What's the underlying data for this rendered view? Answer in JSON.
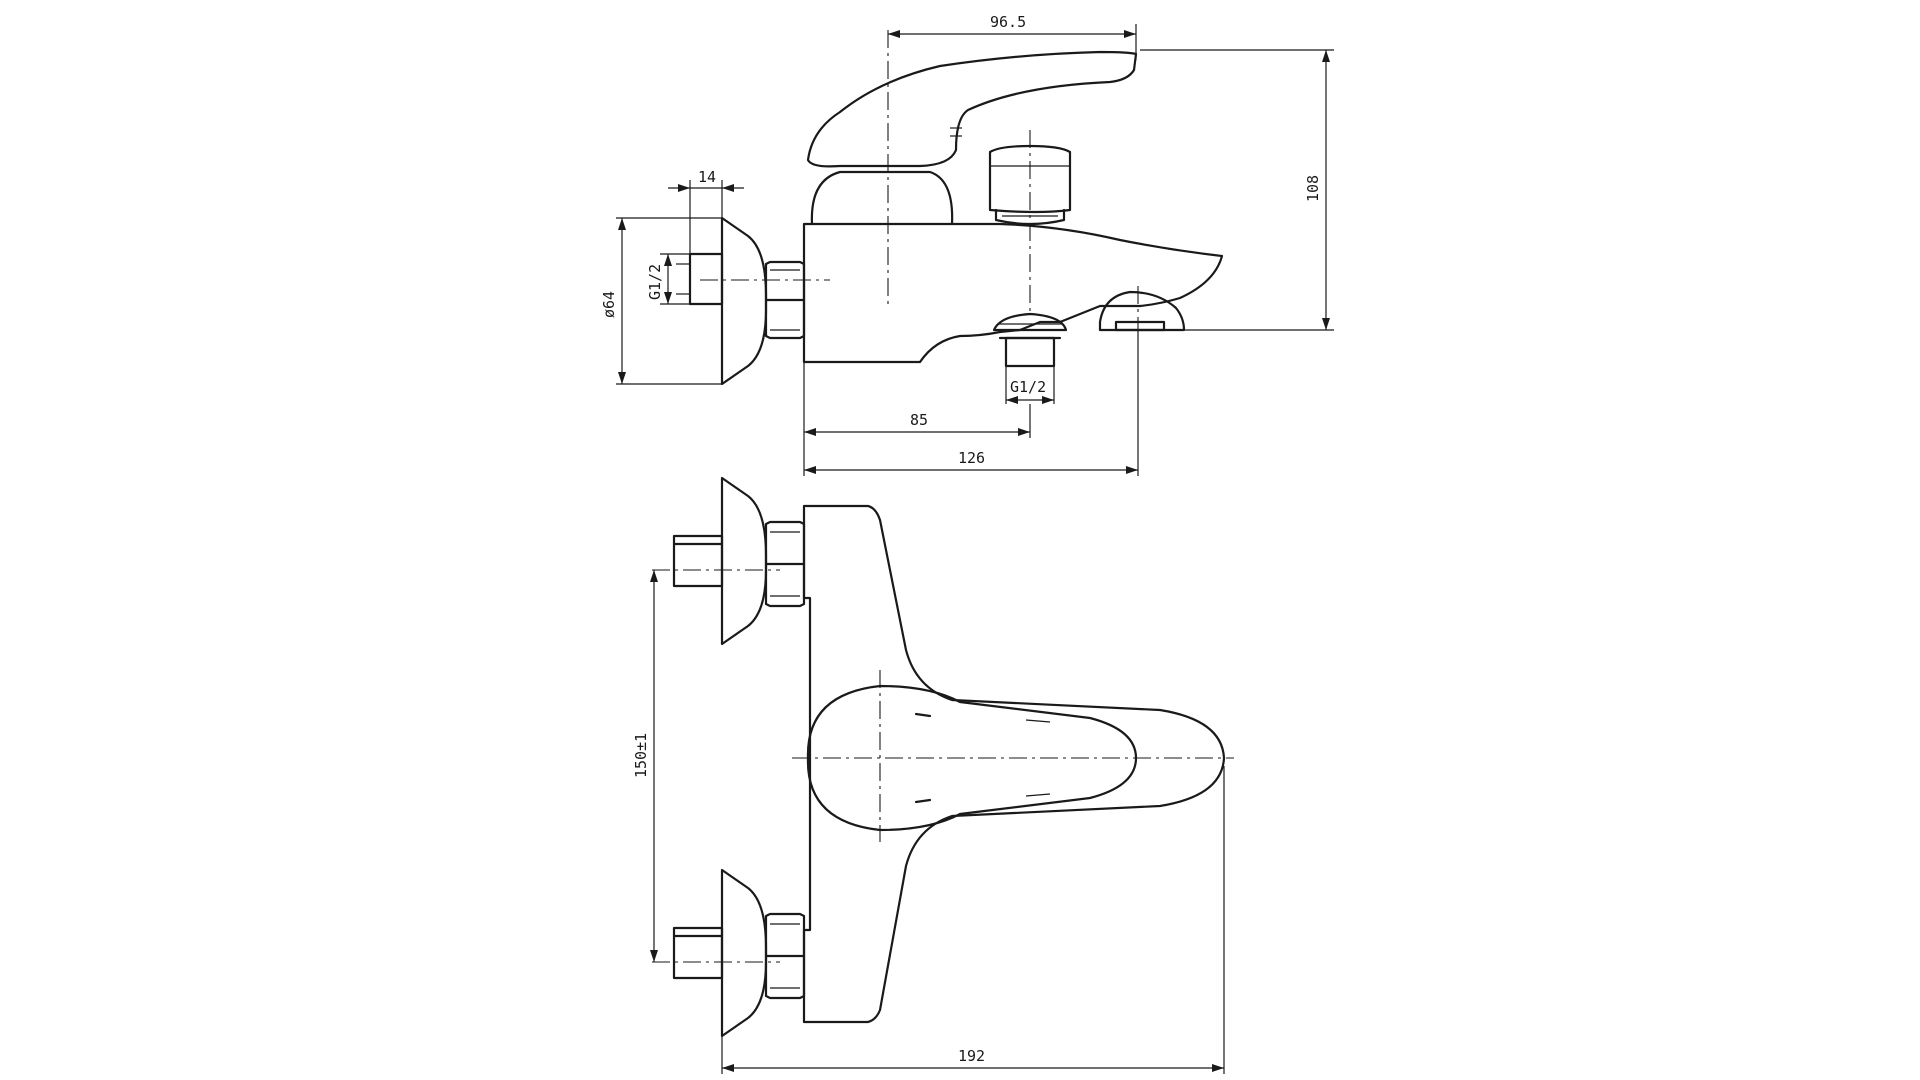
{
  "drawing": {
    "line_color": "#1a1a1a",
    "background": "#ffffff",
    "dimensions": {
      "top_lever_reach": "96.5",
      "flange_thickness": "14",
      "inlet_thread_side": "G1/2",
      "flange_diameter": "ø64",
      "height": "108",
      "outlet_thread": "G1/2",
      "outlet_offset": "85",
      "spout_offset": "126",
      "inlet_spacing": "150±1",
      "total_width": "192"
    }
  }
}
